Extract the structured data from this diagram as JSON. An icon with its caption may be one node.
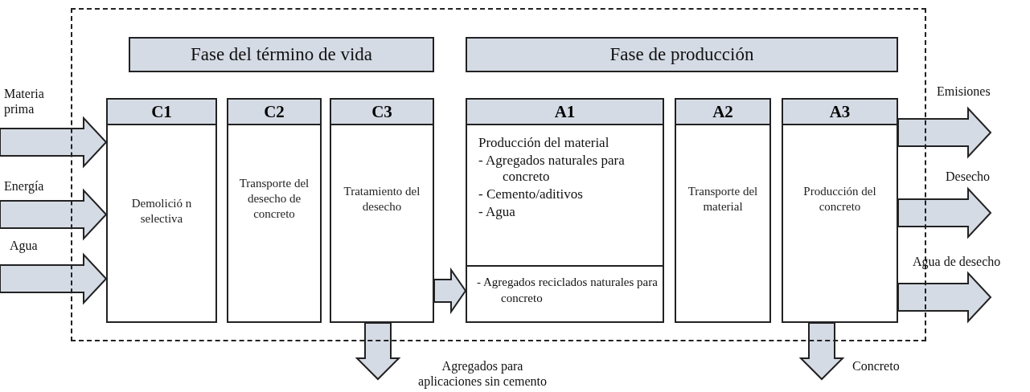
{
  "diagram": {
    "nodes": [
      {
        "text": [],
        "shape": "box"
      },
      {
        "text": [
          "Fase del término de vida"
        ],
        "in": 0
      },
      {
        "text": [
          "Fase de producción"
        ],
        "in": 0
      },
      {
        "text": [
          "C1",
          "Demolició n selectiva"
        ],
        "in": 0
      },
      {
        "text": [
          "C2",
          "Transporte del desecho de concreto"
        ],
        "in": 0
      },
      {
        "text": [
          "C3",
          "Tratamiento del desecho"
        ],
        "in": 0
      },
      {
        "text": [
          "A1",
          "Producción del material",
          "- Agregados naturales para concreto",
          "- Cemento/aditivos",
          "- Agua"
        ],
        "in": 0
      },
      {
        "text": [
          "- Agregados reciclados naturales para concreto"
        ],
        "in": 6
      },
      {
        "text": [
          "A2",
          "Transporte del material"
        ],
        "in": 0
      },
      {
        "text": [
          "A3",
          "Producción del concreto"
        ],
        "in": 0
      }
    ],
    "edges": [
      {
        "from": null,
        "to": 3,
        "arrow": "to",
        "label": "Materia prima"
      },
      {
        "from": null,
        "to": 3,
        "arrow": "to",
        "label": "Energía"
      },
      {
        "from": null,
        "to": 3,
        "arrow": "to",
        "label": "Agua"
      },
      {
        "from": 5,
        "to": 7,
        "arrow": "to"
      },
      {
        "from": 5,
        "to": null,
        "arrow": "to",
        "label": "Agregados para aplicaciones sin cemento"
      },
      {
        "from": 9,
        "to": null,
        "arrow": "to",
        "label": "Emisiones"
      },
      {
        "from": 9,
        "to": null,
        "arrow": "to",
        "label": "Desecho"
      },
      {
        "from": 9,
        "to": null,
        "arrow": "to",
        "label": "Agua de desecho"
      },
      {
        "from": 9,
        "to": null,
        "arrow": "to",
        "label": "Concreto"
      }
    ]
  }
}
